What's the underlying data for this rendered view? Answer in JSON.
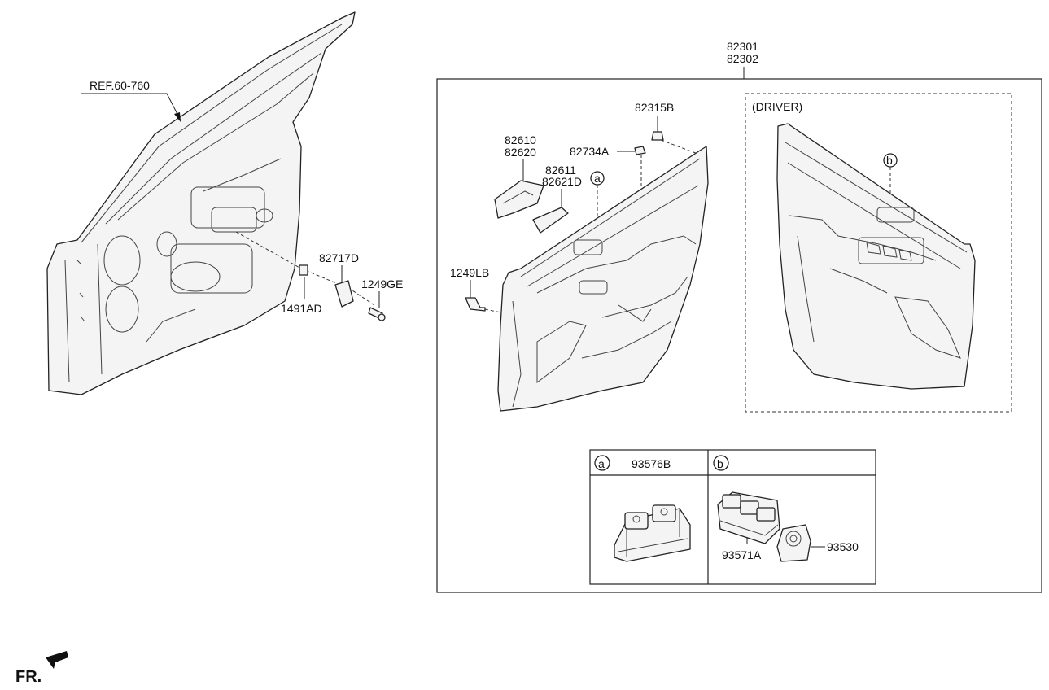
{
  "labels": {
    "ref": "REF.60-760",
    "trim_a": "82301",
    "trim_b": "82302",
    "clip_top": "82315B",
    "handle_a": "82610",
    "handle_b": "82620",
    "cover": "82734A",
    "bezel_a": "82611",
    "bezel_b": "82621D",
    "bracket": "82717D",
    "bolt": "1249GE",
    "nut": "1491AD",
    "screw": "1249LB",
    "driver": "(DRIVER)",
    "callout_a": "a",
    "callout_b": "b",
    "switch_a": "93576B",
    "switch_main": "93571A",
    "switch_mirror": "93530",
    "front": "FR."
  },
  "icons": [
    "arrow-icon",
    "front-direction-icon",
    "circle-callout-icon"
  ]
}
